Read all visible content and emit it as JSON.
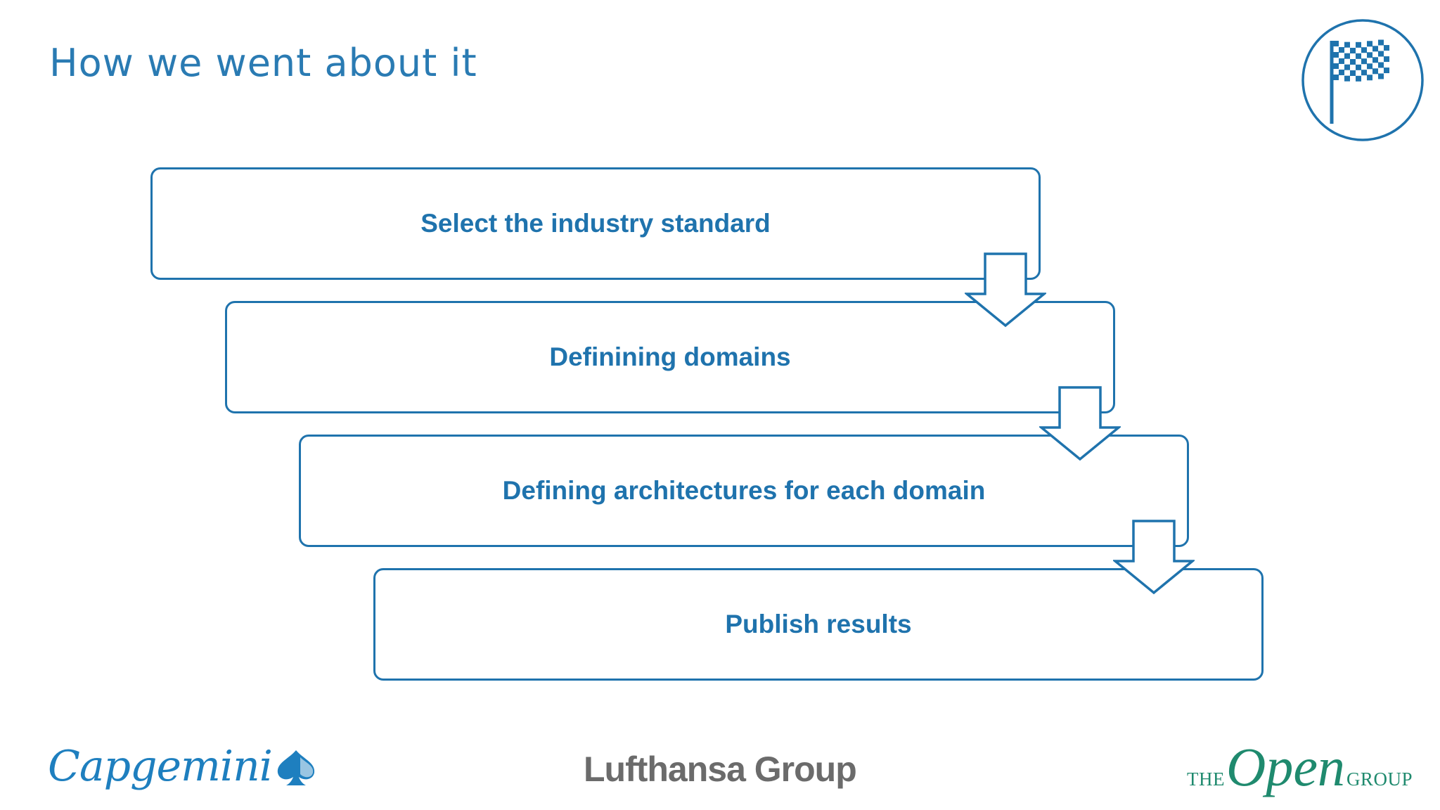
{
  "slide": {
    "title": "How we went about it"
  },
  "steps": [
    {
      "label": "Select the industry standard"
    },
    {
      "label": "Definining domains"
    },
    {
      "label": "Defining architectures for each domain"
    },
    {
      "label": "Publish results"
    }
  ],
  "badge": {
    "icon": "checkered-flag-icon"
  },
  "logos": {
    "capgemini": "Capgemini",
    "lufthansa": "Lufthansa Group",
    "opengroup_the": "THE",
    "opengroup_open": "Open",
    "opengroup_group": "GROUP"
  },
  "colors": {
    "primary_blue": "#1f73ad",
    "title_blue": "#2a7bb3",
    "lufthansa_gray": "#6b6b6b",
    "opengroup_green": "#1f8a6e",
    "capgemini_blue": "#1e7fbf"
  }
}
